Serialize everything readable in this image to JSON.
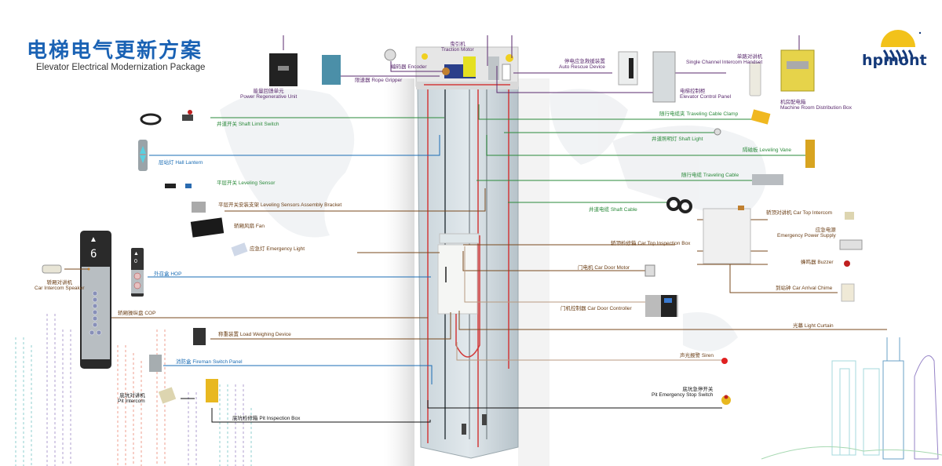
{
  "header": {
    "title_cn": "电梯电气更新方案",
    "title_en": "Elevator Electrical Modernization Package",
    "brand": "hpmont"
  },
  "colors": {
    "title": "#1a62b4",
    "machine_room_line": "#5a2a6e",
    "shaft_line": "#2a8a3a",
    "hall_line": "#1a6cb4",
    "car_line": "#7a4a1e",
    "pit_line": "#111111",
    "traveling_cable": "#d23a3a",
    "brand": "#153a7a"
  },
  "components": {
    "machine_room": [
      {
        "cn": "能量回馈单元",
        "en": "Power Regenerative Unit"
      },
      {
        "cn": "限速器",
        "en": "Rope Gripper"
      },
      {
        "cn": "编码器",
        "en": "Encoder"
      },
      {
        "cn": "曳引机",
        "en": "Traction Motor"
      },
      {
        "cn": "停电应急救援装置",
        "en": "Auto Rescue Device"
      },
      {
        "cn": "电梯控制柜",
        "en": "Elevator Control Panel"
      },
      {
        "cn": "单路对讲机",
        "en": "Single Channel Intercom Handset"
      },
      {
        "cn": "机房配电箱",
        "en": "Machine Room Distribution Box"
      }
    ],
    "shaft": [
      {
        "cn": "井道开关",
        "en": "Shaft Limit Switch"
      },
      {
        "cn": "随行电缆夹",
        "en": "Traveling Cable Clamp"
      },
      {
        "cn": "井道照明灯",
        "en": "Shaft Light"
      },
      {
        "cn": "隔磁板",
        "en": "Leveling Vane"
      },
      {
        "cn": "随行电缆",
        "en": "Traveling Cable"
      },
      {
        "cn": "井道电缆",
        "en": "Shaft Cable"
      },
      {
        "cn": "平层开关",
        "en": "Leveling Sensor"
      }
    ],
    "hall": [
      {
        "cn": "层站灯",
        "en": "Hall Lantern"
      },
      {
        "cn": "外召盒",
        "en": "HOP"
      },
      {
        "cn": "消防盒",
        "en": "Fireman Switch Panel"
      }
    ],
    "car": [
      {
        "cn": "平层开关安装支架",
        "en": "Leveling Sensors Assembly Bracket"
      },
      {
        "cn": "轿厢风扇",
        "en": "Fan"
      },
      {
        "cn": "应急灯",
        "en": "Emergency Light"
      },
      {
        "cn": "轿厢对讲机",
        "en": "Car Intercom Speaker"
      },
      {
        "cn": "轿厢操纵盘",
        "en": "COP"
      },
      {
        "cn": "称重装置",
        "en": "Load Weighing Device"
      },
      {
        "cn": "轿顶检修箱",
        "en": "Car Top Inspection Box"
      },
      {
        "cn": "门电机",
        "en": "Car Door Motor"
      },
      {
        "cn": "门机控制器",
        "en": "Car Door Controller"
      },
      {
        "cn": "光幕",
        "en": "Light Curtain"
      },
      {
        "cn": "声光报警",
        "en": "Siren"
      },
      {
        "cn": "轿顶对讲机",
        "en": "Car Top Intercom"
      },
      {
        "cn": "应急电源",
        "en": "Emergency Power Supply"
      },
      {
        "cn": "蜂鸣器",
        "en": "Buzzer"
      },
      {
        "cn": "到站钟",
        "en": "Car Arrival Chime"
      }
    ],
    "pit": [
      {
        "cn": "底坑对讲机",
        "en": "Pit Intercom"
      },
      {
        "cn": "底坑检修箱",
        "en": "Pit Inspection Box"
      },
      {
        "cn": "底坑急停开关",
        "en": "Pit Emergency Stop Switch"
      }
    ]
  },
  "cop_display": {
    "arrow": "▲",
    "floor": "6"
  },
  "hop_display": {
    "arrow": "▲",
    "floor": "0"
  }
}
